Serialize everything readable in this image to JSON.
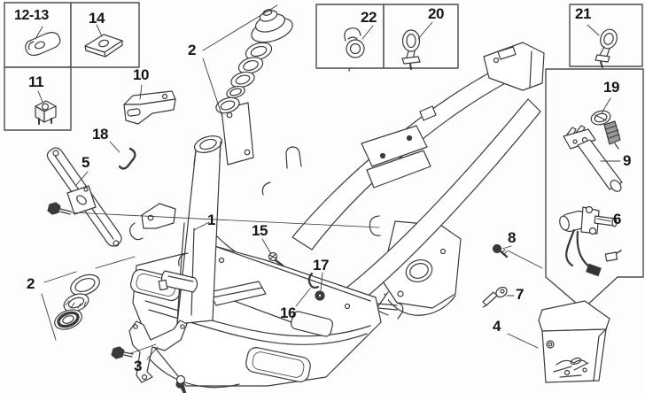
{
  "diagram": {
    "kind": "exploded-parts-diagram",
    "colors": {
      "line": "#3a3a3a",
      "background": "#fdfdfd",
      "label": "#161616"
    },
    "callouts": {
      "c12_13": "12-13",
      "c14": "14",
      "c11": "11",
      "c10": "10",
      "c18": "18",
      "c5": "5",
      "c2_top": "2",
      "c22": "22",
      "c20": "20",
      "c21": "21",
      "c19": "19",
      "c9": "9",
      "c6": "6",
      "c8": "8",
      "c7": "7",
      "c4": "4",
      "c1": "1",
      "c15": "15",
      "c17": "17",
      "c16": "16",
      "c2_bottom": "2",
      "c3": "3"
    }
  }
}
